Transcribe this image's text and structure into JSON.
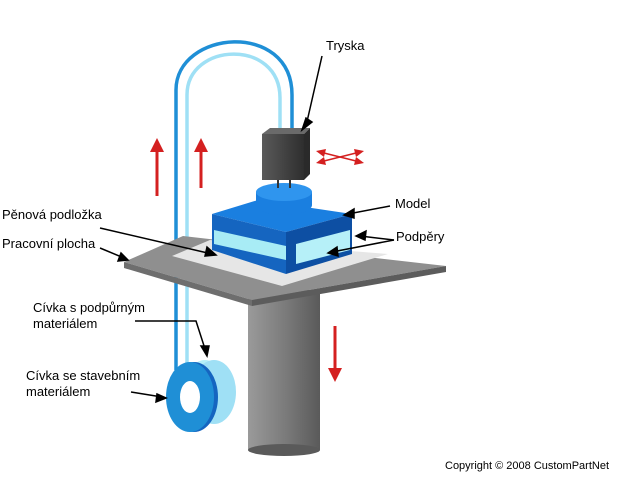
{
  "labels": {
    "tryska": "Tryska",
    "model": "Model",
    "podpery": "Podpěry",
    "penova_podlozka": "Pěnová podložka",
    "pracovni_plocha": "Pracovní plocha",
    "civka_podpurny_1": "Cívka s podpůrným",
    "civka_podpurny_2": "materiálem",
    "civka_stavebni_1": "Cívka se stavebním",
    "civka_stavebni_2": "materiálem"
  },
  "copyright": "Copyright © 2008 CustomPartNet",
  "colors": {
    "filament_dark": "#1f8fd6",
    "filament_light": "#9fe0f5",
    "model_blue": "#1a7fe0",
    "support_cyan": "#a8ecf5",
    "platform_gray": "#8c8c8c",
    "column_gray": "#7a7a7a",
    "nozzle_dark": "#444444",
    "arrow_red": "#d42020"
  },
  "icons": [
    "up-arrow-icon",
    "down-arrow-icon",
    "xy-motion-arrows-icon"
  ]
}
